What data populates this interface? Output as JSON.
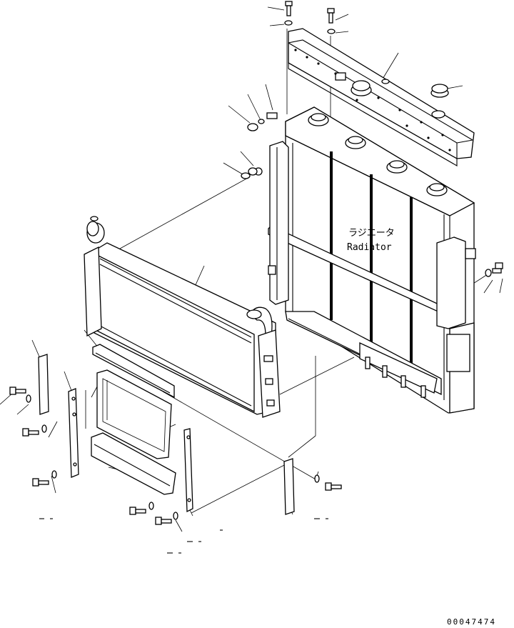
{
  "diagram": {
    "label_jp": "ラジエータ",
    "label_en": "Radiator",
    "drawing_code": "00047474"
  }
}
